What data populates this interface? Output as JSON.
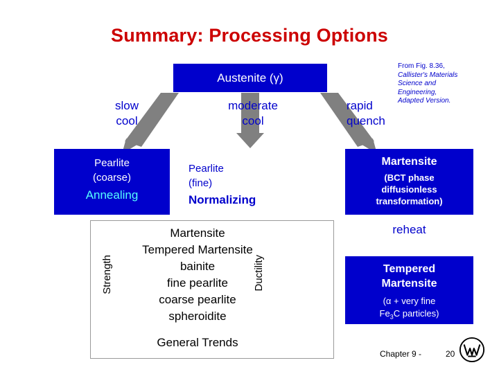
{
  "title": "Summary:  Processing Options",
  "diagram": {
    "austenite": "Austenite (γ)",
    "process_labels": {
      "slow_cool": "slow\ncool",
      "slow_cool_line1": "slow",
      "slow_cool_line2": "cool",
      "moderate_line1": "moderate",
      "moderate_line2": "cool",
      "rapid_line1": "rapid",
      "rapid_line2": "quench"
    },
    "boxes": {
      "pearlite_coarse_line1": "Pearlite",
      "pearlite_coarse_line2": "(coarse)",
      "pearlite_coarse_emphasis": "Annealing",
      "pearlite_fine_line1": "Pearlite",
      "pearlite_fine_line2": "(fine)",
      "pearlite_fine_emphasis": "Normalizing",
      "martensite_title": "Martensite",
      "martensite_sub_line1": "(BCT phase",
      "martensite_sub_line2": "diffusionless",
      "martensite_sub_line3": "transformation)",
      "reheat": "reheat",
      "tempered_line1": "Tempered",
      "tempered_line2": "Martensite",
      "tempered_sub_line1": "(α + very fine",
      "tempered_sub_line2_pre": "Fe",
      "tempered_sub_line2_sub": "3",
      "tempered_sub_line2_post": "C particles)"
    }
  },
  "trends": {
    "items": [
      "Martensite",
      "Tempered Martensite",
      "bainite",
      "fine pearlite",
      "coarse pearlite",
      "spheroidite"
    ],
    "caption": "General Trends",
    "strength_axis": "Strength",
    "ductility_axis": "Ductility"
  },
  "reference": {
    "line1": "From Fig. 8.36,",
    "line2": "Callister's Materials",
    "line3": "Science and",
    "line4": "Engineering,",
    "line5": "Adapted Version."
  },
  "footer": {
    "chapter": "Chapter 9 -",
    "page": "20"
  },
  "colors": {
    "title": "#cc0000",
    "box_fill": "#0000cc",
    "box_text": "#ffffff",
    "accent_cyan": "#55ffff",
    "strength_arrow": "#ff9999",
    "ductility_arrow": "#99ff99",
    "gray_arrow": "#808080"
  }
}
